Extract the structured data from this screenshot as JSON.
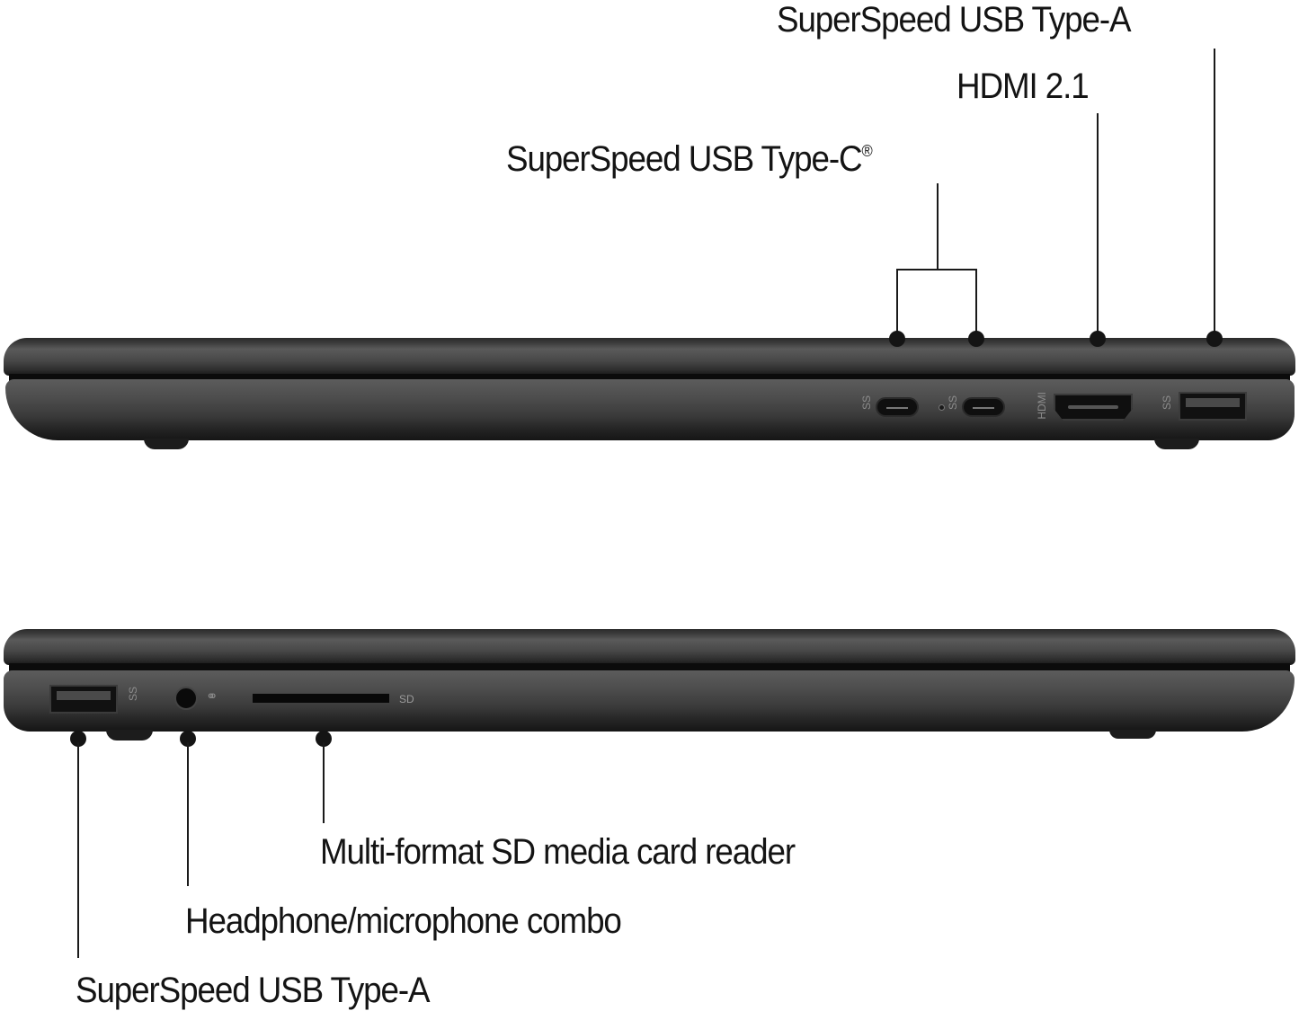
{
  "top_view": {
    "side": "right",
    "callouts": [
      {
        "id": "usb-a-right",
        "label": "SuperSpeed USB Type-A"
      },
      {
        "id": "hdmi",
        "label": "HDMI 2.1"
      },
      {
        "id": "usb-c",
        "label": "SuperSpeed USB Type-C",
        "mark": "®"
      }
    ],
    "port_markings": {
      "usb_c_1": "SS",
      "usb_c_2": "SS",
      "hdmi": "HDMI",
      "usb_a": "SS"
    }
  },
  "bottom_view": {
    "side": "left",
    "callouts": [
      {
        "id": "sd-reader",
        "label": "Multi-format SD media card reader"
      },
      {
        "id": "audio-jack",
        "label": "Headphone/microphone combo"
      },
      {
        "id": "usb-a-left",
        "label": "SuperSpeed USB Type-A"
      }
    ],
    "port_markings": {
      "usb_a": "SS",
      "sd": "SD"
    }
  },
  "colors": {
    "chassis": "#3a3a3a",
    "text": "#141414",
    "background": "#ffffff"
  }
}
